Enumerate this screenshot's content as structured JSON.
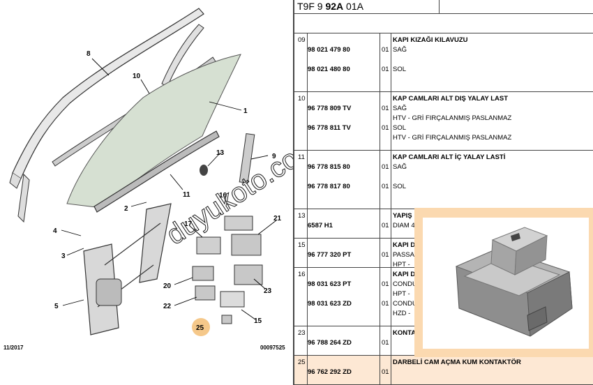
{
  "header": {
    "code_prefix": "T9F 9",
    "code_bold": "92A",
    "code_suffix": "01A"
  },
  "diagram": {
    "footer_left": "11/2017",
    "footer_right": "00097525",
    "watermark": "duyukoto.com",
    "highlight_color": "#f5c88a",
    "callouts": [
      "1",
      "2",
      "3",
      "4",
      "5",
      "8",
      "9",
      "10",
      "11",
      "13",
      "15",
      "16",
      "17",
      "20",
      "21",
      "22",
      "23",
      "25"
    ]
  },
  "rows": [
    {
      "index": "09",
      "lines": [
        {
          "pn": "",
          "qty": "",
          "desc": "KAPI KIZAĞI KILAVUZU",
          "bold": true
        },
        {
          "pn": "98 021 479 80",
          "qty": "01",
          "desc": "SAĞ",
          "bold": false
        },
        {
          "pn": "",
          "qty": "",
          "desc": "",
          "bold": false
        },
        {
          "pn": "98 021 480 80",
          "qty": "01",
          "desc": "SOL",
          "bold": false
        }
      ]
    },
    {
      "index": "10",
      "lines": [
        {
          "pn": "",
          "qty": "",
          "desc": "KAP CAMLARI ALT DIŞ YALAY LAST",
          "bold": true
        },
        {
          "pn": "96 778 809 TV",
          "qty": "01",
          "desc": "SAĞ",
          "bold": false
        },
        {
          "pn": "",
          "qty": "",
          "desc": "HTV - GRİ FIRÇALANMIŞ PASLANMAZ",
          "bold": false
        },
        {
          "pn": "96 778 811 TV",
          "qty": "01",
          "desc": "SOL",
          "bold": false
        },
        {
          "pn": "",
          "qty": "",
          "desc": "HTV - GRİ FIRÇALANMIŞ PASLANMAZ",
          "bold": false
        }
      ]
    },
    {
      "index": "11",
      "lines": [
        {
          "pn": "",
          "qty": "",
          "desc": "KAP CAMLARI ALT İÇ YALAY LASTİ",
          "bold": true
        },
        {
          "pn": "96 778 815 80",
          "qty": "01",
          "desc": "SAĞ",
          "bold": false
        },
        {
          "pn": "",
          "qty": "",
          "desc": "",
          "bold": false
        },
        {
          "pn": "96 778 817 80",
          "qty": "01",
          "desc": "SOL",
          "bold": false
        }
      ]
    },
    {
      "index": "13",
      "lines": [
        {
          "pn": "",
          "qty": "",
          "desc": "YAPIŞ",
          "bold": true
        },
        {
          "pn": "6587 H1",
          "qty": "01",
          "desc": "DIAM 4",
          "bold": false
        }
      ]
    },
    {
      "index": "15",
      "lines": [
        {
          "pn": "",
          "qty": "",
          "desc": "KAPI D",
          "bold": true
        },
        {
          "pn": "96 777 320 PT",
          "qty": "01",
          "desc": "PASSA",
          "bold": false
        },
        {
          "pn": "",
          "qty": "",
          "desc": "HPT -",
          "bold": false
        }
      ]
    },
    {
      "index": "16",
      "lines": [
        {
          "pn": "",
          "qty": "",
          "desc": "KAPI D",
          "bold": true
        },
        {
          "pn": "98 031 623 PT",
          "qty": "01",
          "desc": "CONDU",
          "bold": false
        },
        {
          "pn": "",
          "qty": "",
          "desc": "HPT -",
          "bold": false
        },
        {
          "pn": "98 031 623 ZD",
          "qty": "01",
          "desc": "CONDU",
          "bold": false
        },
        {
          "pn": "",
          "qty": "",
          "desc": "HZD -",
          "bold": false
        }
      ]
    },
    {
      "index": "23",
      "lines": [
        {
          "pn": "",
          "qty": "",
          "desc": "KONTA",
          "bold": true
        },
        {
          "pn": "96 788 264 ZD",
          "qty": "01",
          "desc": "",
          "bold": false
        }
      ]
    },
    {
      "index": "25",
      "lines": [
        {
          "pn": "",
          "qty": "",
          "desc": "DARBELİ CAM AÇMA KUM KONTAKTÖR",
          "bold": true
        },
        {
          "pn": "96 762 292 ZD",
          "qty": "01",
          "desc": "",
          "bold": false
        }
      ]
    }
  ]
}
